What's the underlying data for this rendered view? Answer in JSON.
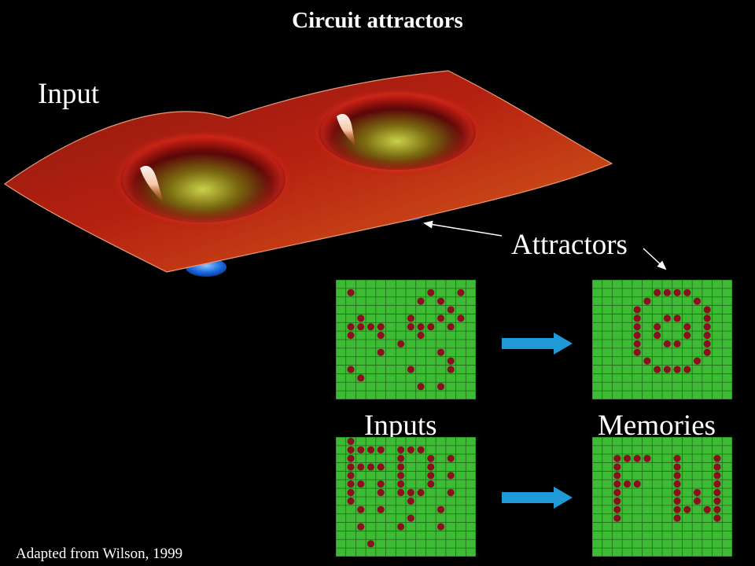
{
  "title": "Circuit attractors",
  "labels": {
    "input": "Input",
    "attractors": "Attractors",
    "inputs": "Inputs",
    "memories": "Memories"
  },
  "credit": "Adapted from Wilson, 1999",
  "colors": {
    "background": "#000000",
    "surface": "#b0150c",
    "surface_edge": "#d9661a",
    "basin_glow": "#e8f060",
    "attractor_blue": "#1d6fe0",
    "grid_green": "#3dbb35",
    "grid_line": "#1f6a18",
    "active_dot": "#8a0f1f",
    "arrow": "#1f9ad6"
  },
  "patterns": {
    "input_top": [
      "..............",
      ".#.......#..#.",
      "........#.#...",
      "...........#..",
      "..#....#..#.#.",
      ".####..###.#..",
      ".#..#...#.....",
      "......#.......",
      "....#.....#...",
      "...........#..",
      ".#.....#...#..",
      "..#...........",
      "........#.#...",
      ".............."
    ],
    "memory_top": [
      "..............",
      "......####....",
      ".....#....#...",
      "....#......#..",
      "....#..##..#..",
      "....#.#..#.#..",
      "....#.#..#.#..",
      "....#..##..#..",
      "....#......#..",
      ".....#....#...",
      "......####....",
      "..............",
      "..............",
      ".............."
    ],
    "input_bottom": [
      ".#............",
      ".####.###.....",
      ".#....#..#.#..",
      ".####.#..#....",
      ".#....#..#.#..",
      ".##.#.#..#....",
      ".#..#.###..#..",
      ".#.....#......",
      "..#.#.....#...",
      ".......#......",
      "..#...#...#...",
      "..............",
      "...#..........",
      ".............."
    ],
    "memory_bottom": [
      "..............",
      "..............",
      "..####..#...#.",
      "..#.....#...#.",
      "..#.....#...#.",
      "..###...#...#.",
      "..#.....#.#.#.",
      "..#.....#.#.#.",
      "..#.....##.##.",
      "..#.....#...#.",
      "..............",
      "..............",
      "..............",
      ".............."
    ]
  }
}
